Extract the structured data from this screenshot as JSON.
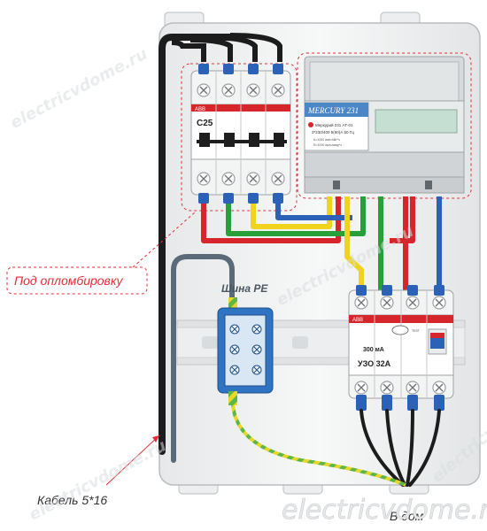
{
  "labels": {
    "seal": "Под опломбировку",
    "pe_bus": "Шина PE",
    "cable": "Кабель 5*16",
    "to_house": "В дом"
  },
  "breaker": {
    "brand": "ABB",
    "rating": "C25"
  },
  "meter": {
    "brand": "MERCURY 231",
    "model": "Меркурий 231 АТ-01",
    "spec": "3*230/400 5(60)А 50 Гц",
    "const1": "А=1000 имп./кВт*ч",
    "const2": "R=1000 имп./квар*ч"
  },
  "rcd": {
    "brand": "ABB",
    "test": "TEST",
    "current": "300 мА",
    "name": "УЗО 32А"
  },
  "watermarks": {
    "text": "electricvdome.ru"
  },
  "colors": {
    "phase_red": "#d7262b",
    "phase_green": "#27a03a",
    "phase_yellow": "#f0d31c",
    "neutral_blue": "#2b62b8",
    "pe_yellow": "#e8d62a",
    "pe_green": "#5fb545",
    "cable_black": "#1c1c1c",
    "pe_cable": "#5a6a78",
    "callout_red": "#e0303a",
    "enclosure": "#f2f3f3",
    "rail": "#e3e5e6",
    "pe_bus": "#2f74c3"
  }
}
